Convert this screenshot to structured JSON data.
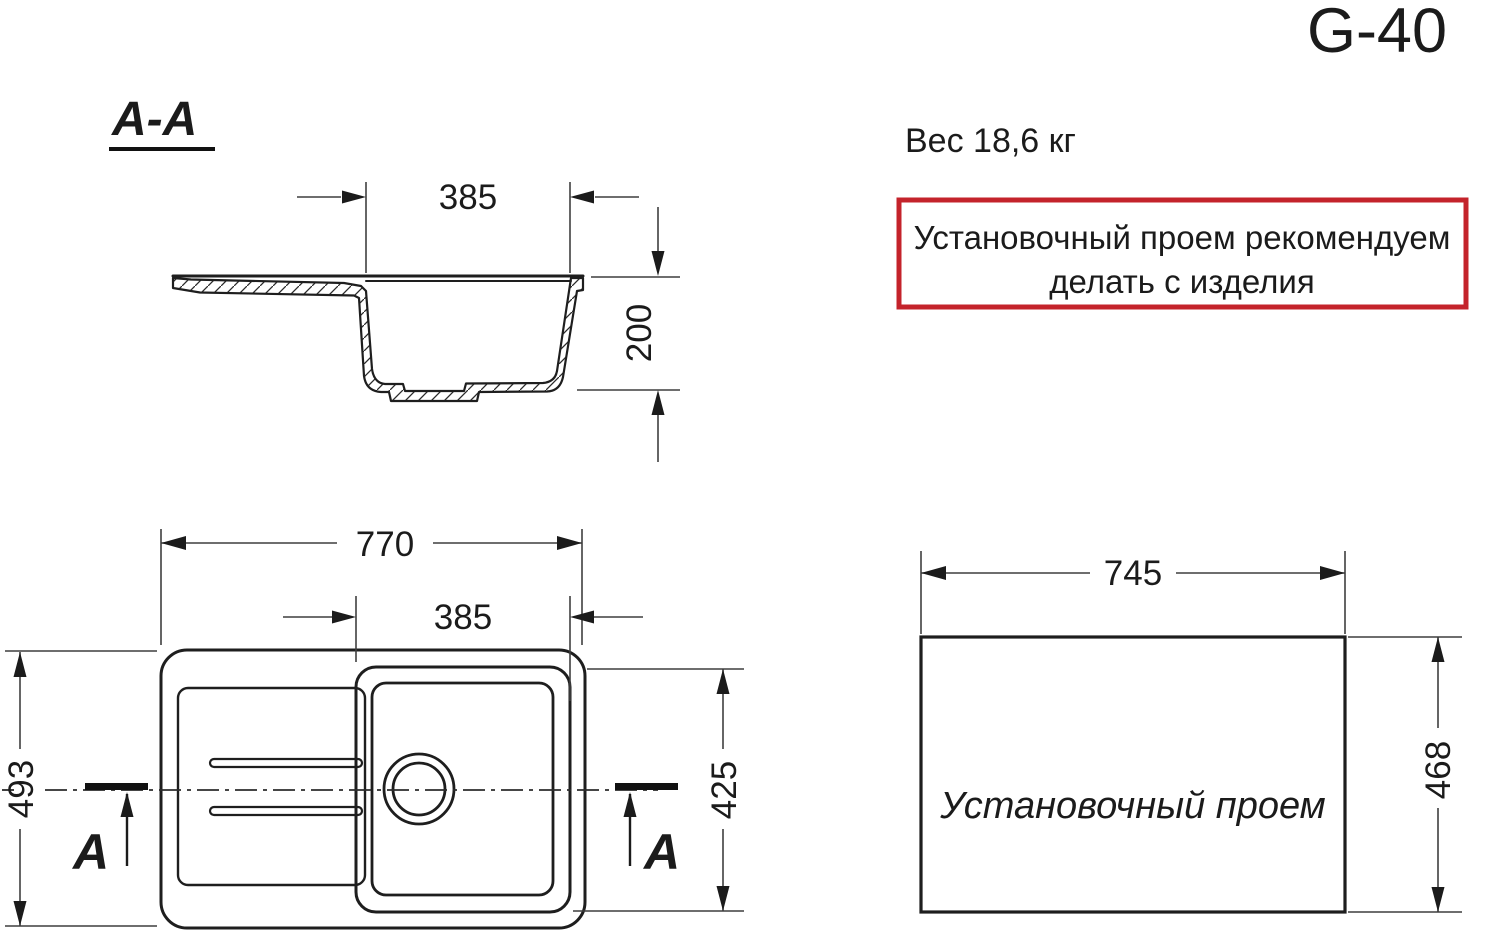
{
  "title": "G-40",
  "weight_label": "Вес 18,6 кг",
  "note": {
    "line1": "Установочный проем рекомендуем",
    "line2": "делать с изделия"
  },
  "section_view": {
    "label": "A-A",
    "bowl_width": "385",
    "bowl_depth": "200"
  },
  "top_view": {
    "overall_width": "770",
    "bowl_width": "385",
    "overall_depth": "493",
    "bowl_depth": "425",
    "section_marker": "A"
  },
  "installation_view": {
    "label": "Установочный проем",
    "opening_width": "745",
    "opening_height": "468"
  },
  "colors": {
    "line": "#1e1e1e",
    "dimension": "#3f3f3f",
    "accent_red": "#c4232b"
  }
}
